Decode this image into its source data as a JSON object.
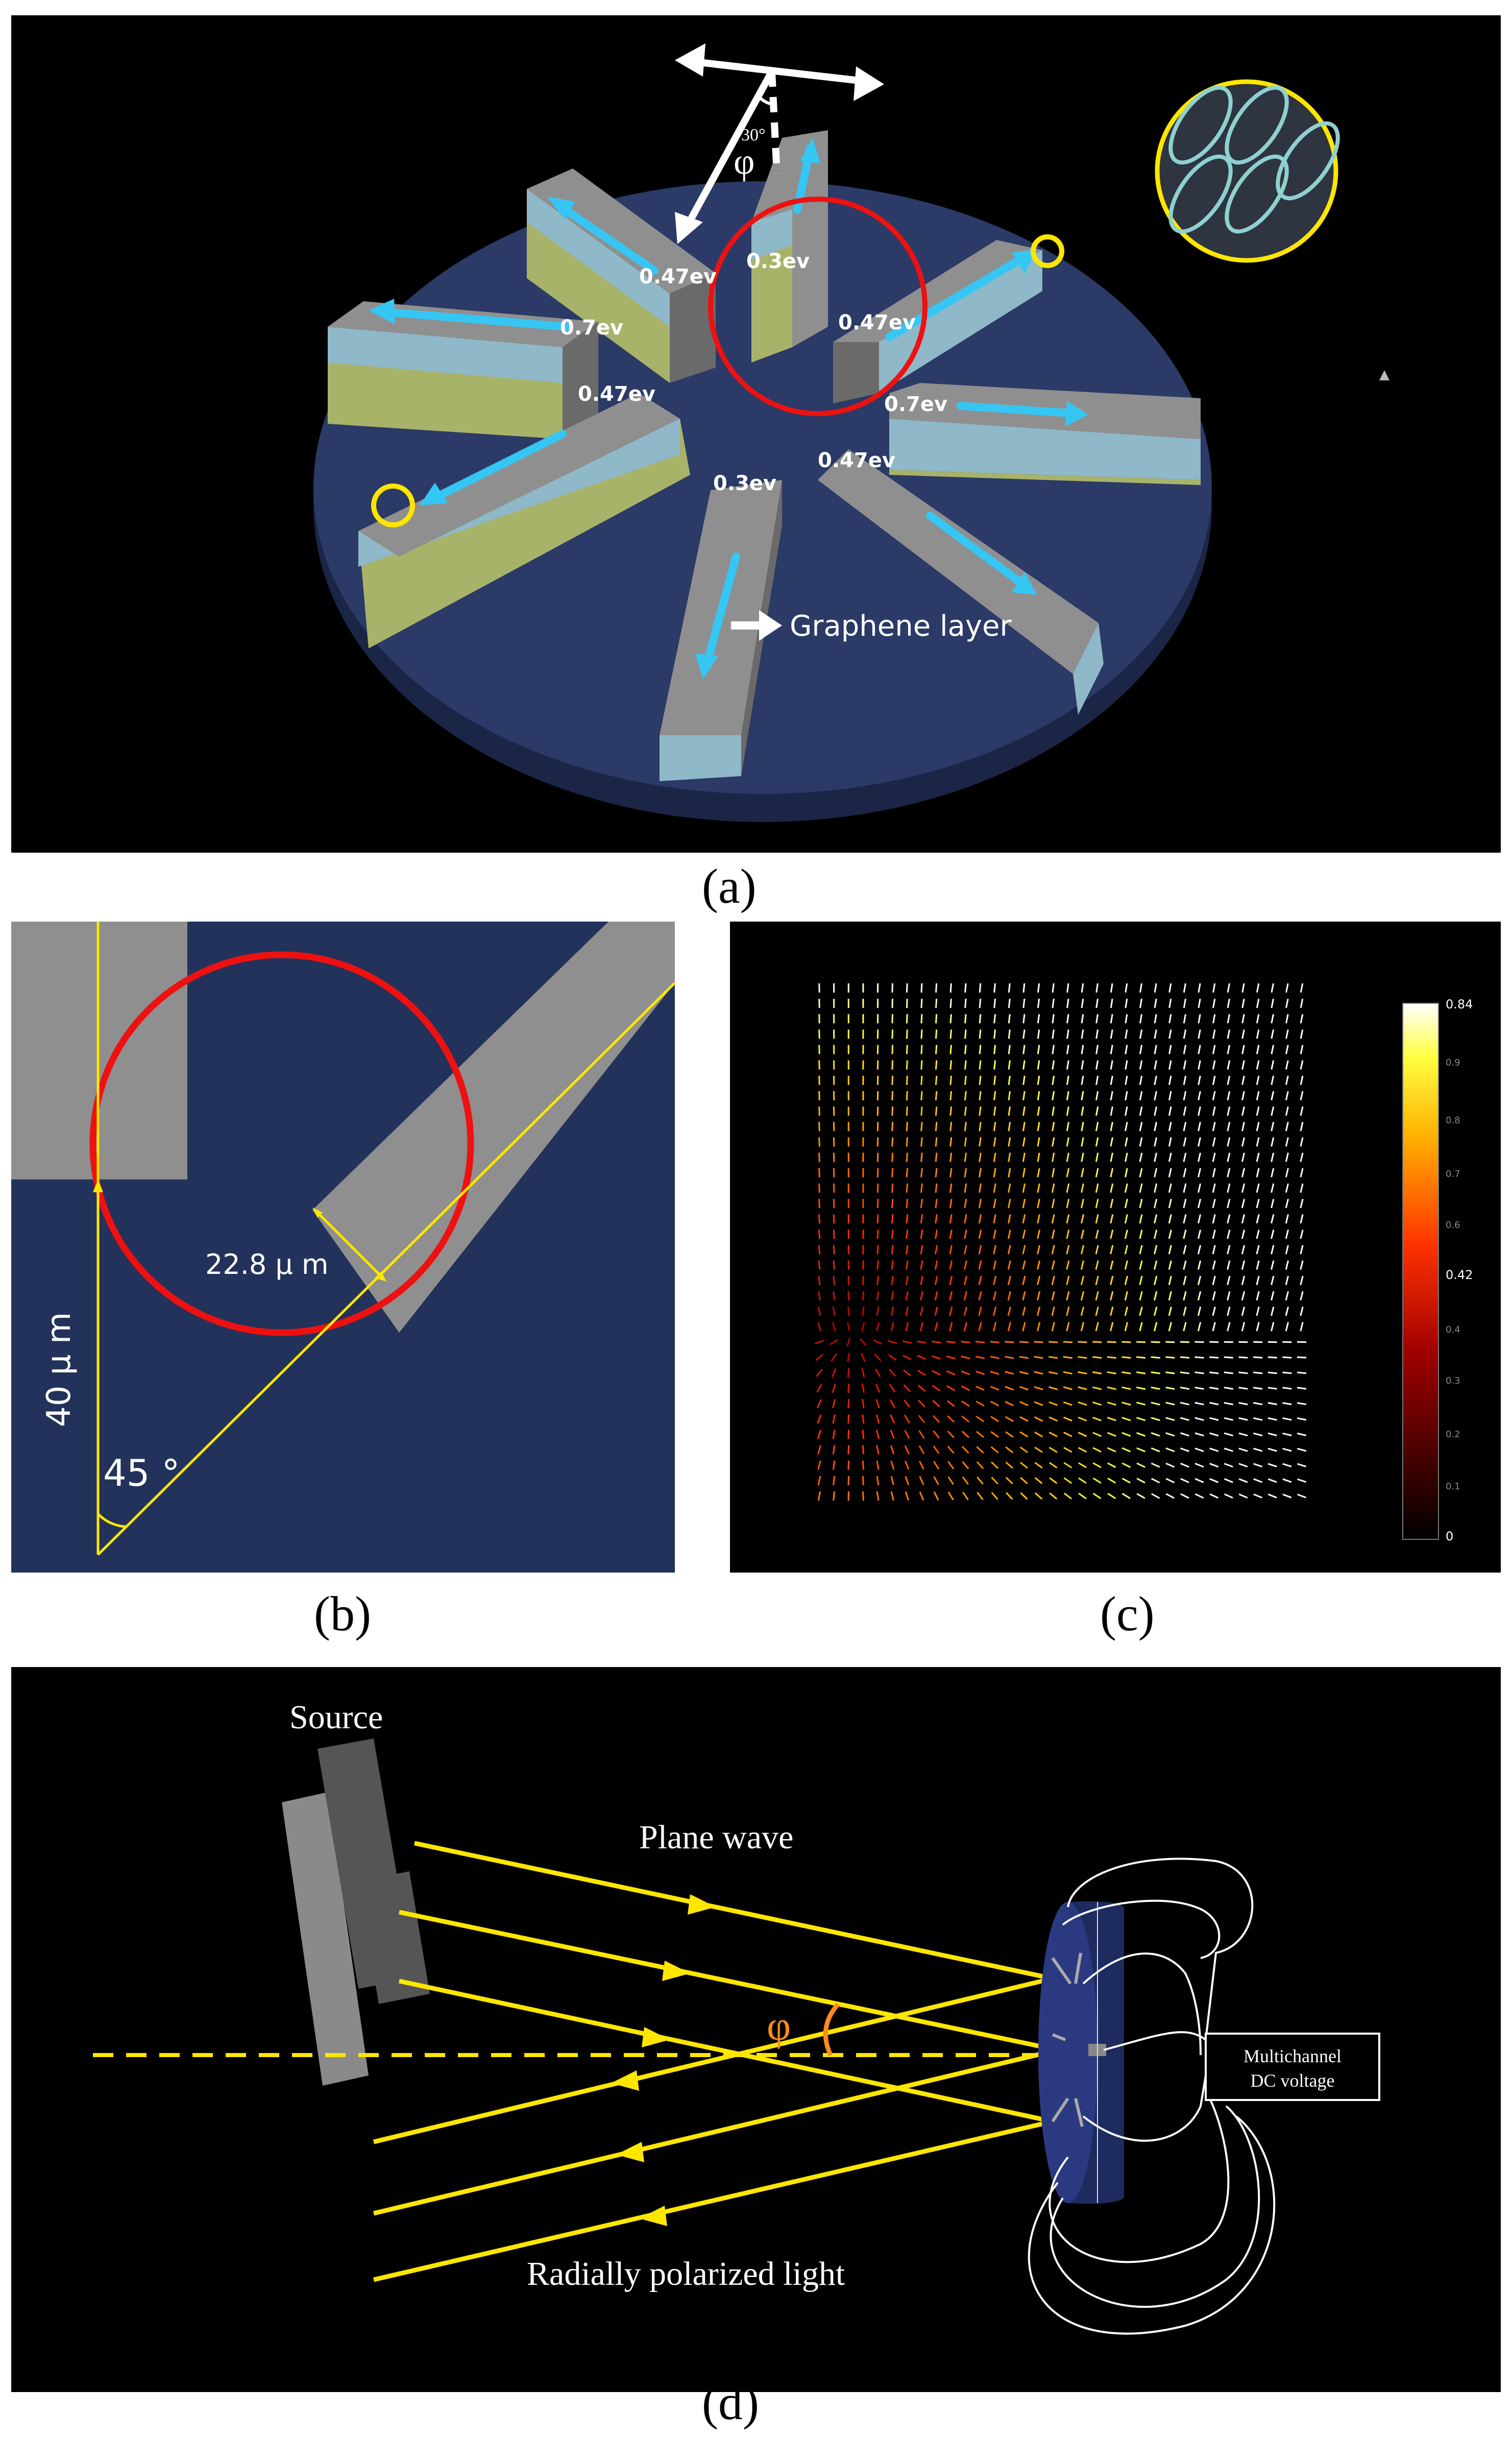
{
  "panel_a": {
    "angle_label": "30°",
    "phi_label": "φ",
    "graphene_label": "Graphene layer",
    "ev_labels": [
      "0.47ev",
      "0.3ev",
      "0.47ev",
      "0.7ev",
      "0.47ev",
      "0.7ev",
      "0.47ev",
      "0.3ev"
    ],
    "caption": "(a)"
  },
  "panel_b": {
    "dim_gap": "22.8 μ m",
    "dim_height": "40 μ m",
    "angle": "45 °",
    "caption": "(b)"
  },
  "panel_c": {
    "colorbar_top": "0.84",
    "colorbar_mid": "0.42",
    "colorbar_bottom": "0",
    "colorbar_ticks": [
      "0.9",
      "0.8",
      "0.7",
      "0.6",
      "0.4",
      "0.3",
      "0.2",
      "0.1"
    ],
    "caption": "(c)"
  },
  "panel_d": {
    "source_label": "Source",
    "plane_wave_label": "Plane wave",
    "phi_label": "φ",
    "radial_label": "Radially polarized light",
    "voltage_line1": "Multichannel",
    "voltage_line2": "DC voltage",
    "caption": "(d)"
  },
  "colors": {
    "background": "#000000",
    "substrate": "#2b3a66",
    "bar_top": "#8f8f8f",
    "bar_green": "#a8b36a",
    "bar_blue": "#8fb8c8",
    "arrow_cyan": "#35c6f4",
    "circle_red": "#ee1111",
    "highlight_yellow": "#ffe600",
    "panel_b_bg": "#22325a",
    "phi_orange": "#ff8a1e"
  }
}
